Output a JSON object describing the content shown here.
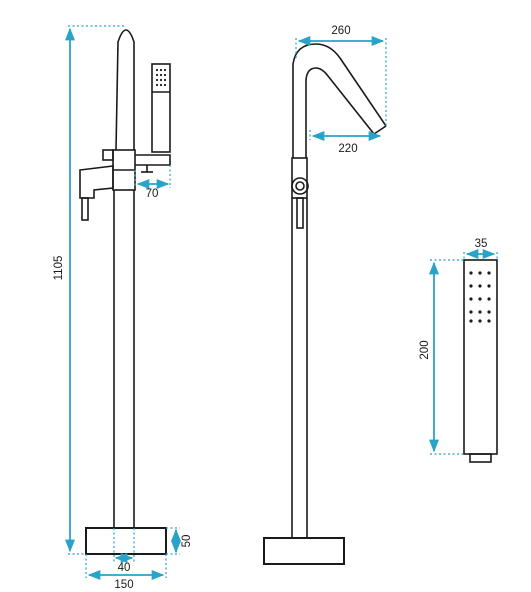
{
  "dimensions": {
    "total_height": "1105",
    "spout_offset": "70",
    "base_height": "50",
    "pipe_width": "40",
    "base_width": "150",
    "spout_top_reach": "260",
    "spout_bottom_reach": "220",
    "handshower_width": "35",
    "handshower_length": "200"
  },
  "colors": {
    "outline": "#1a1a1a",
    "dimension": "#29a3c7"
  }
}
